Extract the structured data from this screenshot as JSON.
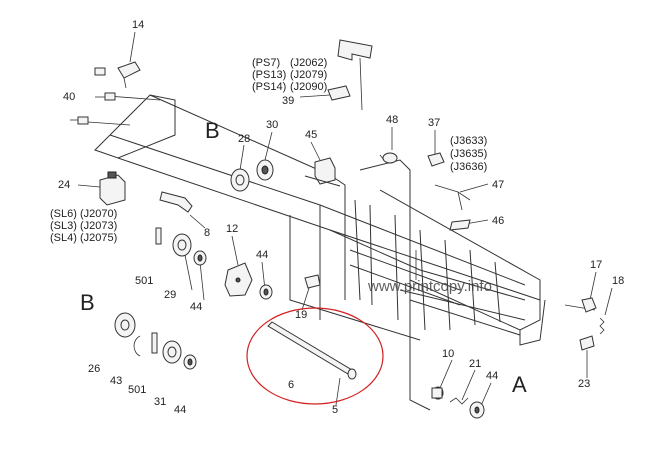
{
  "labels": {
    "p14": "14",
    "p40": "40",
    "p24": "24",
    "p28": "28",
    "p30": "30",
    "p45": "45",
    "p39": "39",
    "p48": "48",
    "p37": "37",
    "p47": "47",
    "p46": "46",
    "p8": "8",
    "p12": "12",
    "p501a": "501",
    "p29": "29",
    "p44a": "44",
    "p44b": "44",
    "p19": "19",
    "p17": "17",
    "p18": "18",
    "p26": "26",
    "p43": "43",
    "p501b": "501",
    "p31": "31",
    "p44c": "44",
    "p6": "6",
    "p5": "5",
    "p10": "10",
    "p21": "21",
    "p44d": "44",
    "p23": "23"
  },
  "letters": {
    "b_top": "B",
    "b_left": "B",
    "a": "A"
  },
  "connectors": {
    "sensors": [
      "(PS7)",
      "(J2062)",
      "(PS13)",
      "(J2079)",
      "(PS14)",
      "(J2090)"
    ],
    "j36": [
      "(J3633)",
      "(J3635)",
      "(J3636)"
    ],
    "sl": [
      "(SL6)",
      "(J2070)",
      "(SL3)",
      "(J2073)",
      "(SL4)",
      "(J2075)"
    ]
  },
  "watermark": "www.printcopy.info",
  "colors": {
    "highlight": "#d42020",
    "ink": "#222222"
  }
}
